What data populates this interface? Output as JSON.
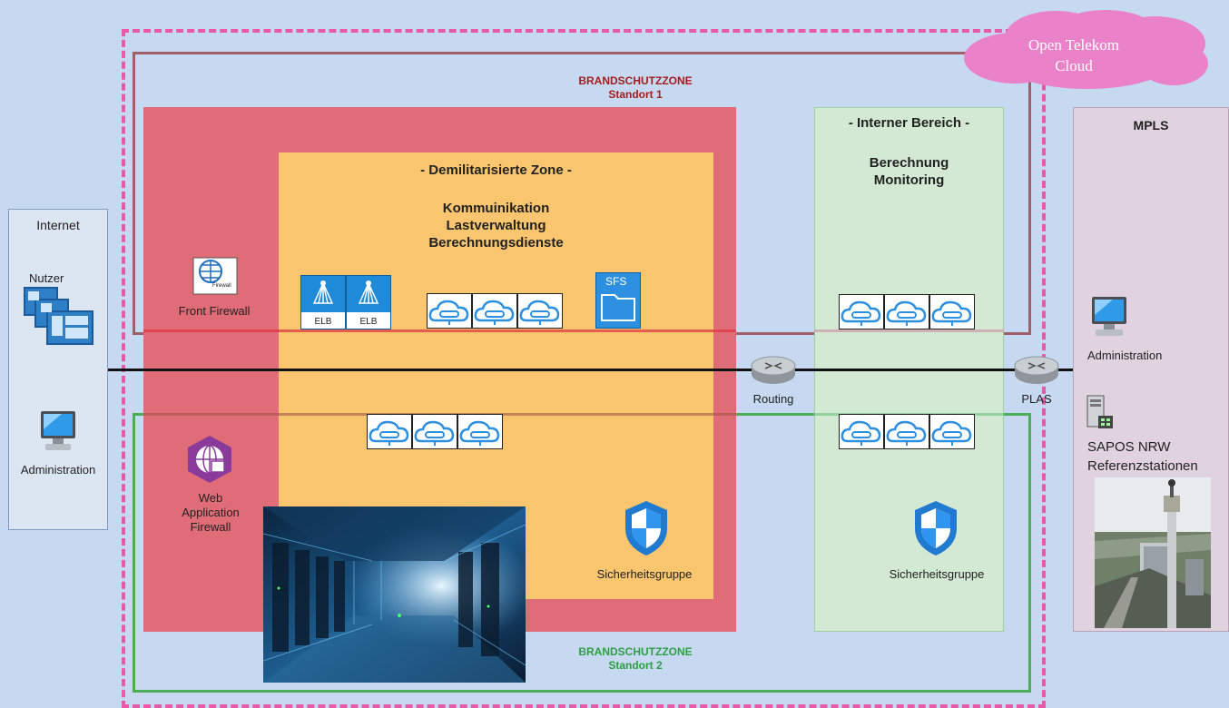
{
  "cloud": {
    "label_line1": "Open Telekom",
    "label_line2": "Cloud"
  },
  "zone1": {
    "title": "BRANDSCHUTZZONE",
    "subtitle": "Standort 1",
    "color": "#a31d1d"
  },
  "zone2": {
    "title": "BRANDSCHUTZZONE",
    "subtitle": "Standort 2",
    "color": "#2f9e44"
  },
  "dmz": {
    "title": "- Demilitarisierte Zone -",
    "lines": [
      "Kommuinikation",
      "Lastverwaltung",
      "Berechnungsdienste"
    ],
    "security_group": "Sicherheitsgruppe"
  },
  "internal": {
    "title": "- Interner Bereich -",
    "lines": [
      "Berechnung",
      "Monitoring"
    ],
    "security_group": "Sicherheitsgruppe"
  },
  "internet": {
    "title": "Internet",
    "users_label": "Nutzer",
    "admin_label": "Administration"
  },
  "mpls": {
    "title": "MPLS",
    "admin_label": "Administration",
    "sapos_line1": "SAPOS NRW",
    "sapos_line2": "Referenzstationen"
  },
  "firewalls": {
    "front": "Front Firewall",
    "front_icon_text": "Firewall",
    "waf": [
      "Web",
      "Application",
      "Firewall"
    ]
  },
  "elb": {
    "labels": [
      "ELB",
      "ELB"
    ]
  },
  "sfs": {
    "label": "SFS"
  },
  "routers": {
    "routing": "Routing",
    "plas": "PLAS"
  },
  "colors": {
    "background": "#c6d9f1",
    "red_zone": "#e06c78",
    "dmz": "#f9c56e",
    "internal": "#d4e9d4",
    "mpls": "#e1d2e0",
    "cloud": "#ea82c9",
    "dashed_border": "#e85aa8"
  },
  "icons": [
    "firewall-icon",
    "waf-icon",
    "elb-icon",
    "sfs-folder-icon",
    "cloud-server-icon",
    "shield-icon",
    "router-icon",
    "monitor-icon",
    "server-icon",
    "users-icon"
  ]
}
